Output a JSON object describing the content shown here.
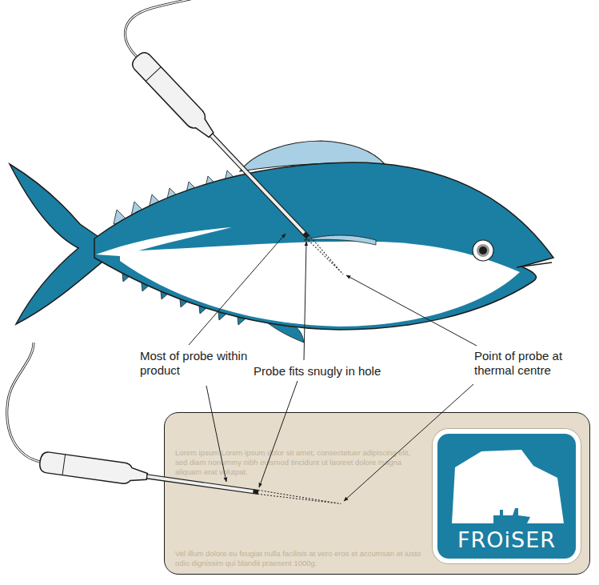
{
  "diagram": {
    "nodes": [
      {
        "text": [
          "Lorem ipsum Lorem ipsum dolor sit amet, consectetuer adipiscing elit, sed diam nonummy nibh euismod tincidunt ut laoreet dolore magna aliquam erat volutpat.",
          "Vel illum dolore eu feugiat nulla facilisis at vero eros et accumsan et iusto odio dignissim qui blandit praesent 1000g."
        ]
      },
      {
        "text": [
          "FROiSER"
        ],
        "in": 0
      }
    ],
    "labels": [
      "Most of probe within product",
      "Probe fits snugly in hole",
      "Point of probe at thermal centre"
    ]
  }
}
